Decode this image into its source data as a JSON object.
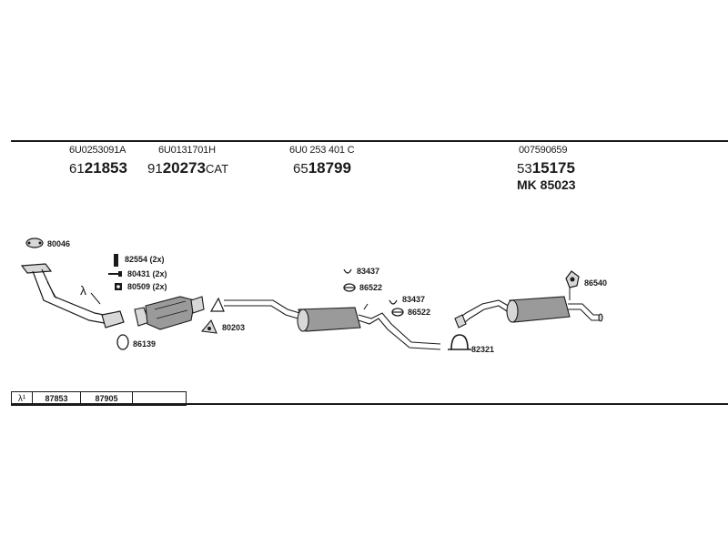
{
  "header_columns": [
    {
      "code": "6U0253091A",
      "prefix": "61",
      "main": "21853",
      "suffix": ""
    },
    {
      "code": "6U0131701H",
      "prefix": "91",
      "main": "20273",
      "suffix": "CAT"
    },
    {
      "code": "6U0 253 401 C",
      "prefix": "65",
      "main": "18799",
      "suffix": ""
    },
    {
      "code": "007590659",
      "prefix": "53",
      "main": "15175",
      "suffix": ""
    }
  ],
  "mk_label": "MK  85023",
  "parts": {
    "p80046": "80046",
    "p82554": "82554 (2x)",
    "p80431": "80431 (2x)",
    "p80509": "80509 (2x)",
    "lambda": "λ",
    "p86139": "86139",
    "p80203": "80203",
    "p83437a": "83437",
    "p86522a": "86522",
    "p83437b": "83437",
    "p86522b": "86522",
    "p82321": "82321",
    "p86540": "86540"
  },
  "bottom_table": {
    "symbol": "λ¹",
    "cells": [
      "87853",
      "87905",
      ""
    ]
  },
  "colors": {
    "ink": "#1a1a1a",
    "fill": "#9a9a9a",
    "light": "#d8d8d8"
  }
}
